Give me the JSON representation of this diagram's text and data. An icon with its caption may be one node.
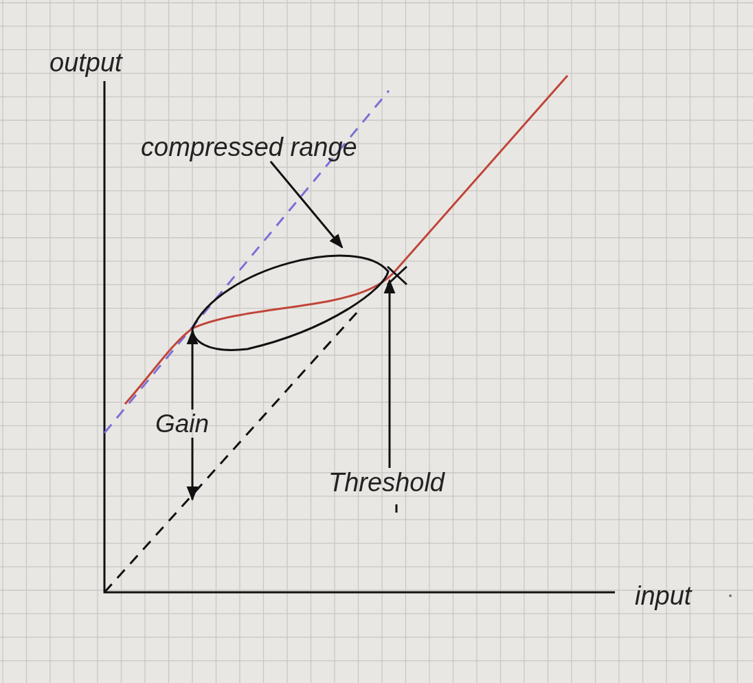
{
  "diagram": {
    "nodes": [
      {
        "text": [
          "compressed range"
        ]
      },
      {
        "text": [],
        "shape": "ellipse"
      },
      {
        "text": [
          "Gain"
        ]
      },
      {
        "text": [
          "Threshold"
        ]
      }
    ],
    "edges": [
      {
        "from": 0,
        "to": 1,
        "arrow": "to"
      },
      {
        "from": 2,
        "to": 1,
        "arrow": "to"
      },
      {
        "from": 2,
        "to": null,
        "arrow": "to"
      },
      {
        "from": 3,
        "to": 1,
        "arrow": "to"
      }
    ],
    "labels": [
      "output",
      "input"
    ]
  }
}
